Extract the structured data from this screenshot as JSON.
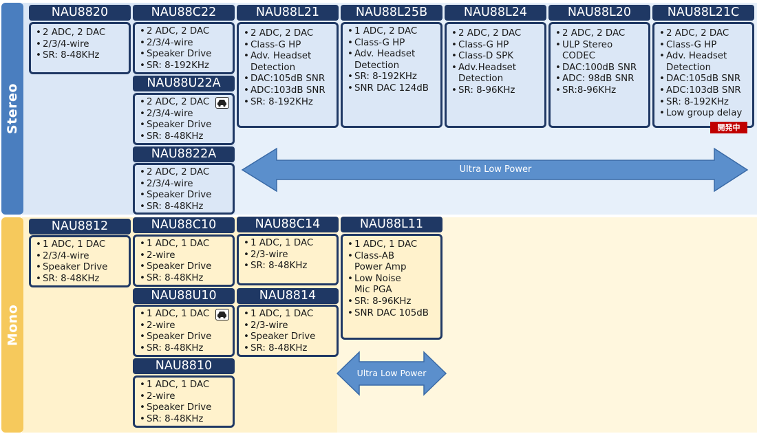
{
  "colors": {
    "stereo_tab": "#4a7ebf",
    "mono_tab": "#f6c95c",
    "stereo_bg": "#dbe7f6",
    "stereo_area_bg": "#e7f0fa",
    "mono_bg": "#fff2cc",
    "mono_area_bg": "#fff7de",
    "header": "#1f3864",
    "arrow": "#5b8fcc",
    "badge": "#c00000"
  },
  "sections": {
    "stereo": {
      "label": "Stereo"
    },
    "mono": {
      "label": "Mono"
    }
  },
  "stereo_parts": [
    {
      "name": "NAU8820",
      "features": [
        "2 ADC, 2 DAC",
        "2/3/4-wire",
        "SR: 8-48KHz"
      ]
    },
    {
      "name": "NAU88C22",
      "features": [
        "2 ADC, 2 DAC",
        "2/3/4-wire",
        "Speaker Drive",
        "SR: 8-192KHz"
      ]
    },
    {
      "name": "NAU88U22A",
      "features": [
        "2 ADC, 2 DAC",
        "2/3/4-wire",
        "Speaker Drive",
        "SR: 8-48KHz"
      ],
      "icon": "car-icon"
    },
    {
      "name": "NAU8822A",
      "features": [
        "2 ADC, 2 DAC",
        "2/3/4-wire",
        "Speaker Drive",
        "SR: 8-48KHz"
      ]
    },
    {
      "name": "NAU88L21",
      "features": [
        "2 ADC, 2 DAC",
        "Class-G HP",
        "Adv. Headset",
        "Detection",
        "DAC:105dB SNR",
        "ADC:103dB SNR",
        "SR: 8-192KHz"
      ]
    },
    {
      "name": "NAU88L25B",
      "features": [
        "1 ADC, 2 DAC",
        "Class-G HP",
        "Adv. Headset",
        "Detection",
        "SR: 8-192KHz",
        "SNR DAC 124dB"
      ]
    },
    {
      "name": "NAU88L24",
      "features": [
        "2 ADC, 2 DAC",
        "Class-G HP",
        "Class-D SPK",
        "Adv.Headset",
        "Detection",
        "SR: 8-96KHz"
      ]
    },
    {
      "name": "NAU88L20",
      "features": [
        "2 ADC, 2 DAC",
        "ULP Stereo",
        "CODEC",
        "DAC:100dB SNR",
        "ADC: 98dB SNR",
        "SR:8-96KHz"
      ]
    },
    {
      "name": "NAU88L21C",
      "features": [
        "2 ADC, 2 DAC",
        "Class-G HP",
        "Adv. Headset",
        "Detection",
        "DAC:105dB SNR",
        "ADC:103dB SNR",
        "SR: 8-192KHz",
        "Low group delay"
      ],
      "badge": "開発中"
    }
  ],
  "mono_parts": [
    {
      "name": "NAU8812",
      "features": [
        "1 ADC, 1 DAC",
        "2/3/4-wire",
        "Speaker Drive",
        "SR: 8-48KHz"
      ]
    },
    {
      "name": "NAU88C10",
      "features": [
        "1 ADC, 1 DAC",
        "2-wire",
        "Speaker Drive",
        "SR: 8-48KHz"
      ]
    },
    {
      "name": "NAU88U10",
      "features": [
        "1 ADC, 1 DAC",
        "2-wire",
        "Speaker Drive",
        "SR: 8-48KHz"
      ],
      "icon": "car-icon"
    },
    {
      "name": "NAU8810",
      "features": [
        "1 ADC, 1 DAC",
        "2-wire",
        "Speaker Drive",
        "SR: 8-48KHz"
      ]
    },
    {
      "name": "NAU88C14",
      "features": [
        "1 ADC, 1 DAC",
        "2/3-wire",
        "SR: 8-48KHz"
      ]
    },
    {
      "name": "NAU8814",
      "features": [
        "1 ADC, 1 DAC",
        "2/3-wire",
        "Speaker Drive",
        "SR: 8-48KHz"
      ]
    },
    {
      "name": "NAU88L11",
      "features": [
        "1 ADC, 1 DAC",
        "Class-AB",
        "Power Amp",
        "Low Noise",
        "Mic PGA",
        "SR: 8-96KHz",
        "SNR DAC 105dB"
      ]
    }
  ],
  "arrows": {
    "stereo": {
      "label": "Ultra Low Power"
    },
    "mono": {
      "label": "Ultra Low Power"
    }
  }
}
